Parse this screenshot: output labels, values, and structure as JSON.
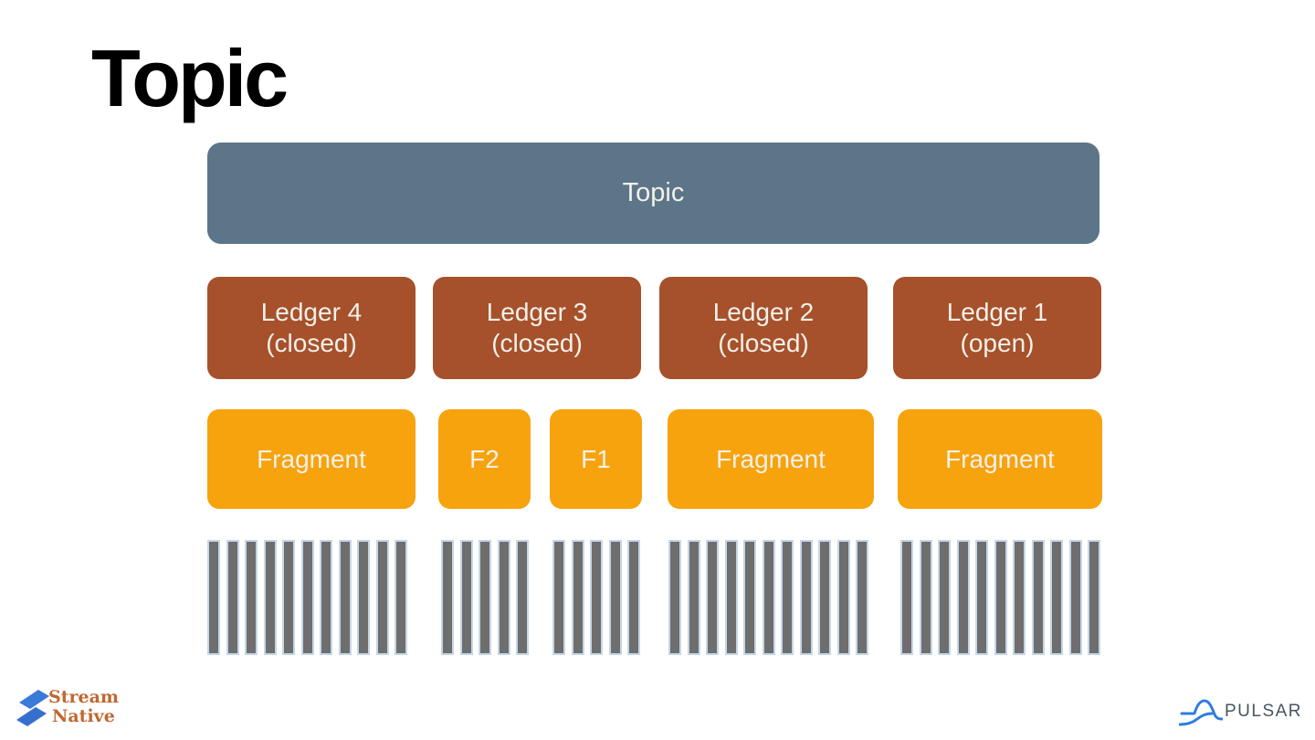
{
  "title": "Topic",
  "diagram": {
    "topic": {
      "label": "Topic"
    },
    "ledgers": [
      {
        "name": "Ledger 4",
        "state": "(closed)"
      },
      {
        "name": "Ledger 3",
        "state": "(closed)"
      },
      {
        "name": "Ledger 2",
        "state": "(closed)"
      },
      {
        "name": "Ledger 1",
        "state": "(open)"
      }
    ],
    "fragments": [
      {
        "label": "Fragment"
      },
      {
        "label": "F2"
      },
      {
        "label": "F1"
      },
      {
        "label": "Fragment"
      },
      {
        "label": "Fragment"
      }
    ],
    "entry_groups": [
      {
        "count": 11
      },
      {
        "count": 5
      },
      {
        "count": 5
      },
      {
        "count": 11
      },
      {
        "count": 11
      }
    ]
  },
  "colors": {
    "topic_box": "#5d7588",
    "ledger_box": "#a6512b",
    "fragment_box": "#f7a30e",
    "box_text": "#f3f0e9",
    "entry_bar": "#6e6e6e",
    "entry_bar_border": "#c5d6e8",
    "sn_blue": "#3b7ad9",
    "sn_text": "#bf6830",
    "pulsar_blue": "#2f7de1",
    "pulsar_text": "#485560"
  },
  "footer": {
    "streamnative": {
      "line1": "Stream",
      "line2": "Native"
    },
    "pulsar": {
      "label": "PULSAR"
    }
  }
}
